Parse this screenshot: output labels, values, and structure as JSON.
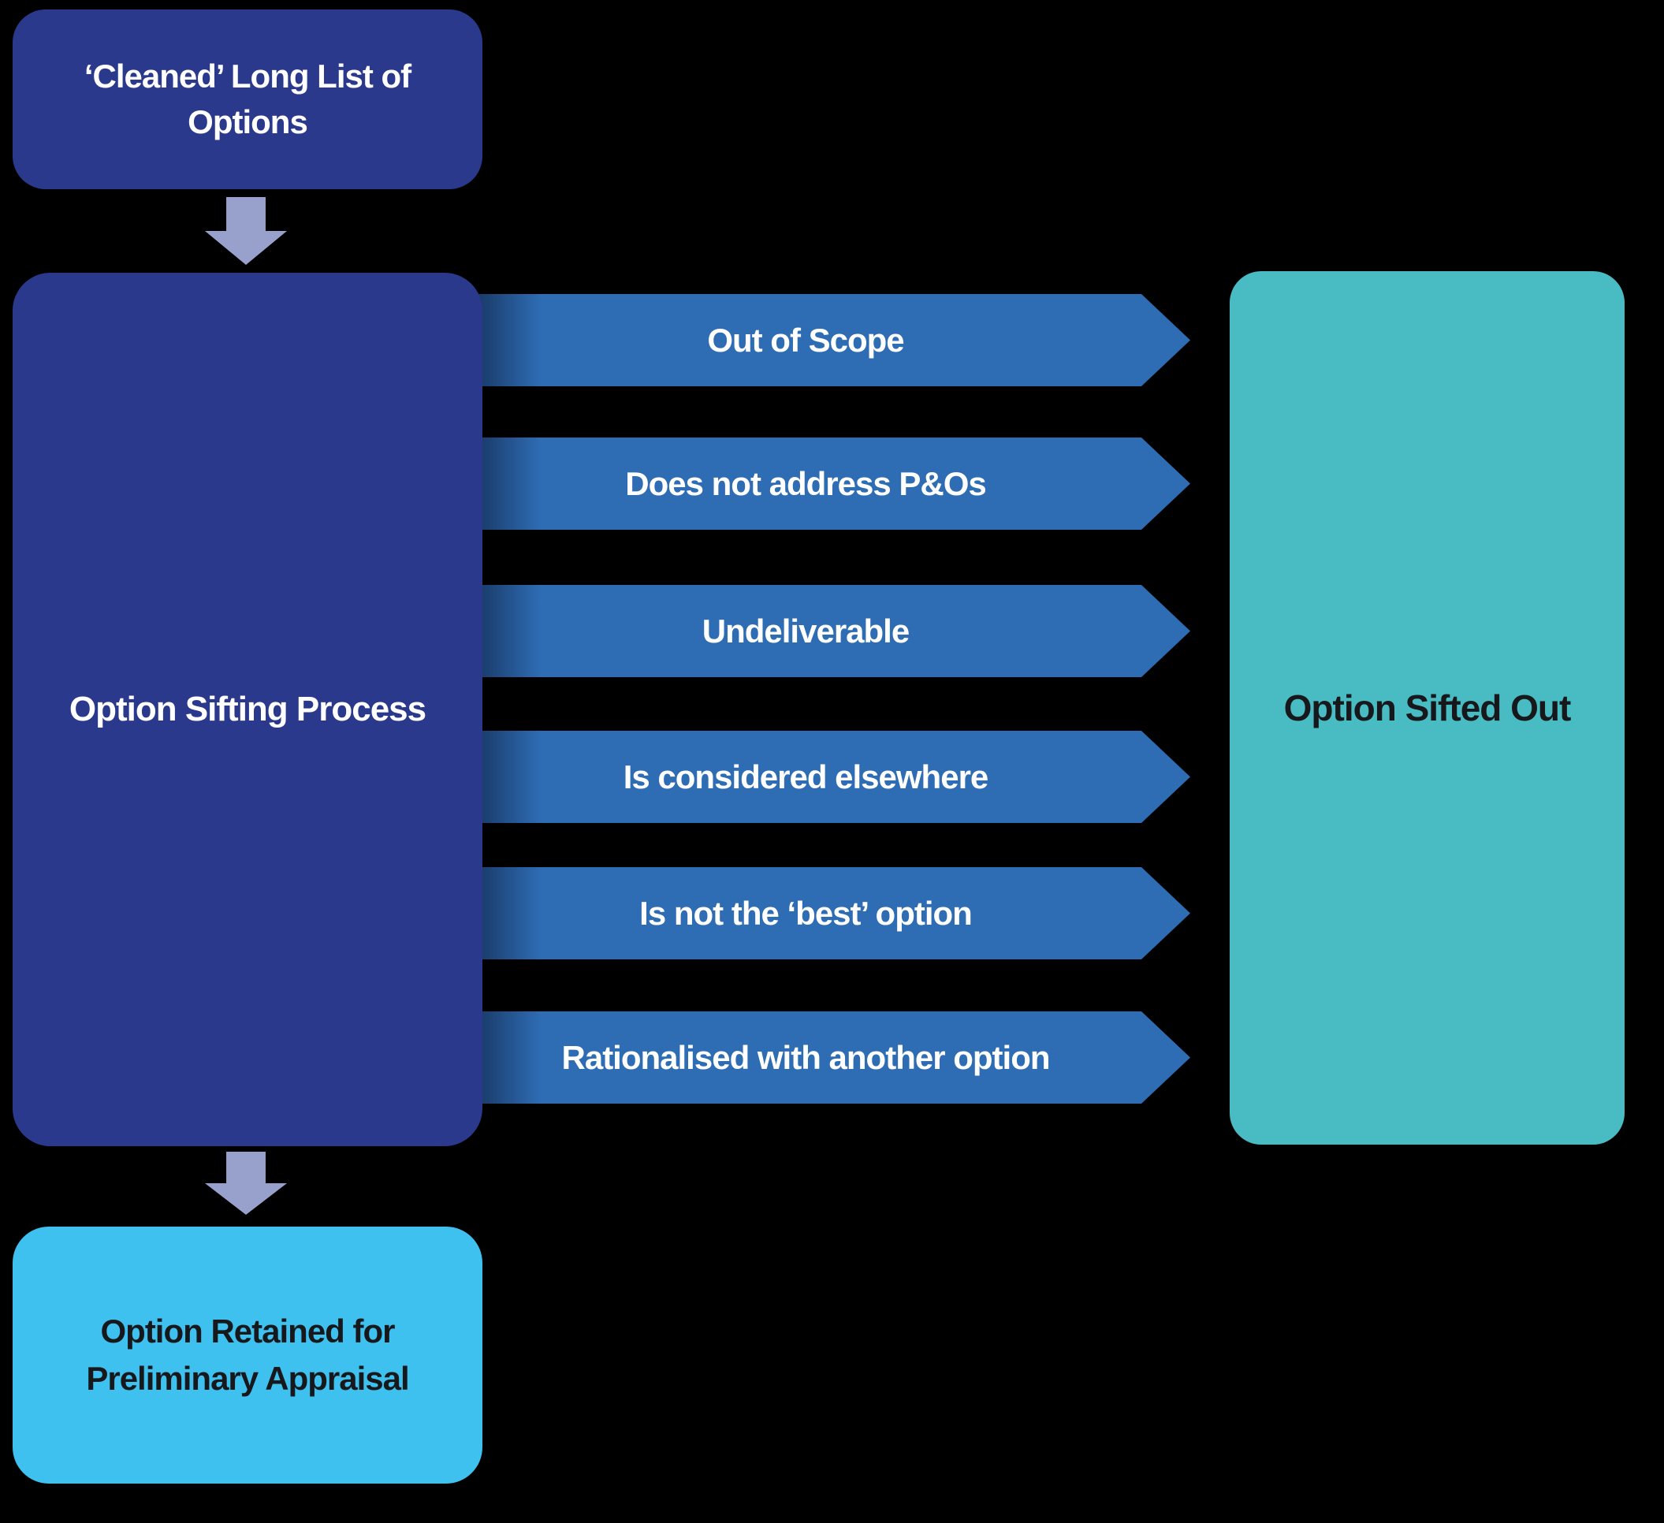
{
  "flow": {
    "top_box": {
      "label": "‘Cleaned’ Long List of Options"
    },
    "process_box": {
      "label": "Option Sifting Process"
    },
    "sifted_out_box": {
      "label": "Option Sifted Out"
    },
    "retained_box": {
      "label": "Option Retained for Preliminary Appraisal"
    },
    "reasons": [
      {
        "label": "Out of Scope"
      },
      {
        "label": "Does not address P&Os"
      },
      {
        "label": "Undeliverable"
      },
      {
        "label": "Is considered elsewhere"
      },
      {
        "label": "Is not the ‘best’ option"
      },
      {
        "label": "Rationalised with another option"
      }
    ]
  },
  "colors": {
    "background": "#000000",
    "navy_box": "#2b398c",
    "reason_arrow_blue": "#2e6cb4",
    "sifted_out_teal": "#48bbc3",
    "retained_light_blue": "#3ec1ef",
    "down_arrow_lavender": "#97a1cb",
    "light_text": "#ffffff",
    "dark_text": "#17181c"
  }
}
